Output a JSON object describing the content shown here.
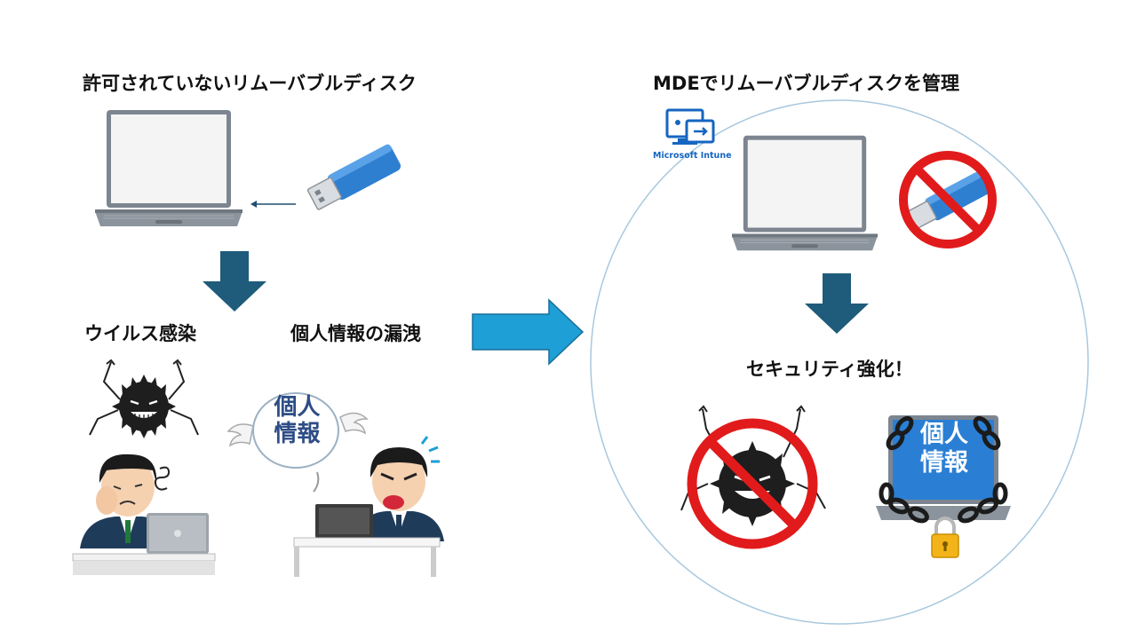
{
  "left": {
    "title": "許可されていないリムーバブルディスク",
    "virus_label": "ウイルス感染",
    "leak_label": "個人情報の漏洩",
    "bubble_text_line1": "個人",
    "bubble_text_line2": "情報"
  },
  "right": {
    "title": "MDEでリムーバブルディスクを管理",
    "intune_label": "Microsoft Intune",
    "security_label": "セキュリティ強化！",
    "screen_text_line1": "個人",
    "screen_text_line2": "情報"
  },
  "colors": {
    "down_arrow": "#1f5b7a",
    "big_arrow": "#1e9fd6",
    "usb_blue": "#2f7fd1",
    "prohibit_red": "#e11b1b",
    "ellipse_stroke": "#a8c8de",
    "intune_blue": "#1565c0"
  },
  "icons": [
    "laptop-icon",
    "usb-drive-icon",
    "virus-icon",
    "worried-man-icon",
    "angry-man-icon",
    "flying-bubble-icon",
    "intune-logo-icon",
    "prohibited-usb-icon",
    "prohibited-virus-icon",
    "chained-laptop-icon",
    "padlock-icon"
  ]
}
